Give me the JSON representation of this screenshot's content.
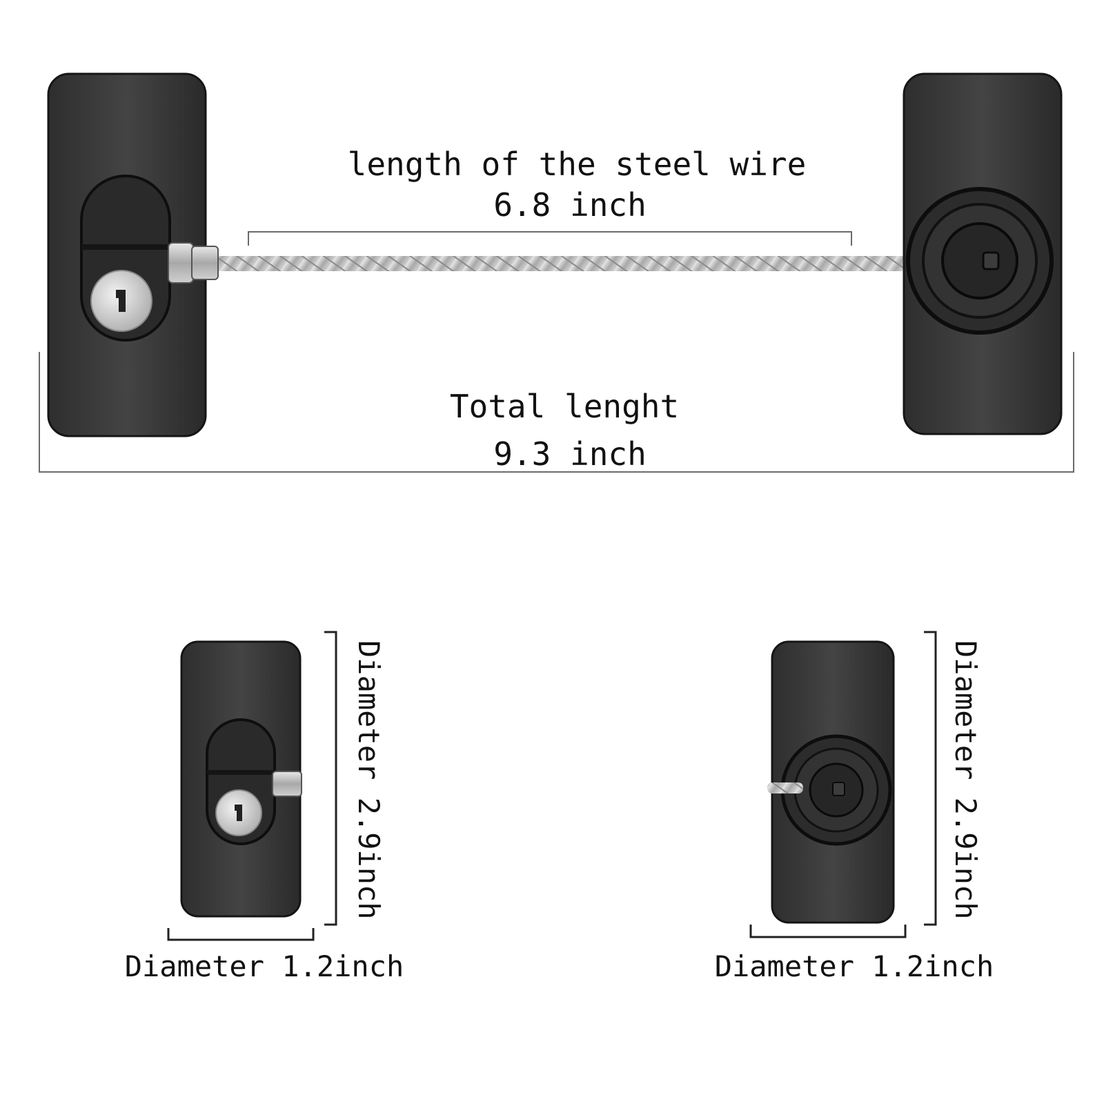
{
  "wire_length": {
    "label": "length of the steel wire",
    "value": "6.8 inch"
  },
  "total_length": {
    "label": "Total lenght",
    "value": "9.3 inch"
  },
  "lock_unit": {
    "height_label": "Diameter 2.9inch",
    "width_label": "Diameter 1.2inch"
  },
  "catch_unit": {
    "height_label": "Diameter 2.9inch",
    "width_label": "Diameter 1.2inch"
  },
  "colors": {
    "plate": "#3a3a3a",
    "plate_edge": "#1a1a1a",
    "cable": "#b9b9b9",
    "dimension_line": "#6a6a6a",
    "key_face": "#d8d8d8"
  }
}
